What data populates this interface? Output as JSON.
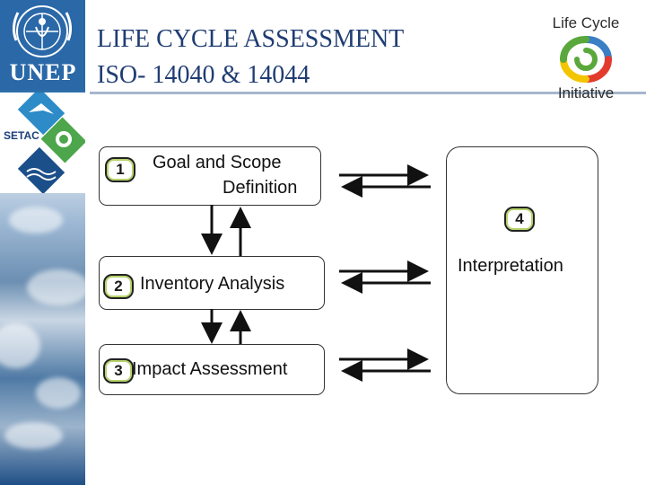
{
  "header": {
    "title_line_1": "LIFE CYCLE ASSESSMENT",
    "title_line_2": "ISO- 14040 & 14044"
  },
  "logos": {
    "unep": "UNEP",
    "setac": "SETAC",
    "life_cycle_top": "Life Cycle",
    "life_cycle_bottom": "Initiative"
  },
  "diagram": {
    "phases": [
      {
        "number": "1",
        "label_line_1": "Goal and Scope",
        "label_line_2": "Definition"
      },
      {
        "number": "2",
        "label": "Inventory Analysis"
      },
      {
        "number": "3",
        "label": "Impact Assessment"
      },
      {
        "number": "4",
        "label": "Interpretation"
      }
    ]
  },
  "colors": {
    "title": "#1f3d73",
    "badge_outline": "#b7d36a",
    "unep_blue": "#2a68a8"
  }
}
